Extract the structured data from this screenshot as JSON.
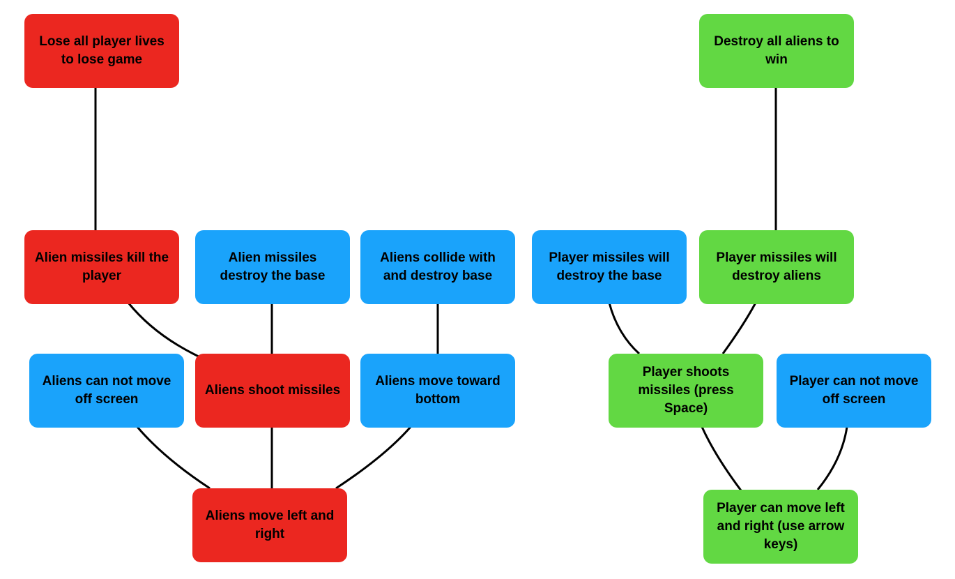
{
  "nodes": {
    "lose_game": "Lose all player lives to lose game",
    "win_game": "Destroy all aliens to win",
    "alien_missiles_kill_player": "Alien missiles kill the player",
    "alien_missiles_destroy_base": "Alien missiles destroy the base",
    "aliens_collide_base": "Aliens collide with and destroy base",
    "player_missiles_destroy_base": "Player missiles will destroy the base",
    "player_missiles_destroy_aliens": "Player missiles will destroy aliens",
    "aliens_cannot_move_offscreen": "Aliens can not move off screen",
    "aliens_shoot_missiles": "Aliens shoot missiles",
    "aliens_move_toward_bottom": "Aliens move toward bottom",
    "player_shoots_missiles": "Player shoots missiles (press Space)",
    "player_cannot_move_offscreen": "Player can not move off screen",
    "aliens_move_left_right": "Aliens move left and right",
    "player_move_left_right": "Player can move left and right (use arrow keys)"
  },
  "colors": {
    "red": "#eb2720",
    "blue": "#1aa3fb",
    "green": "#62d843",
    "edge": "#000000"
  }
}
